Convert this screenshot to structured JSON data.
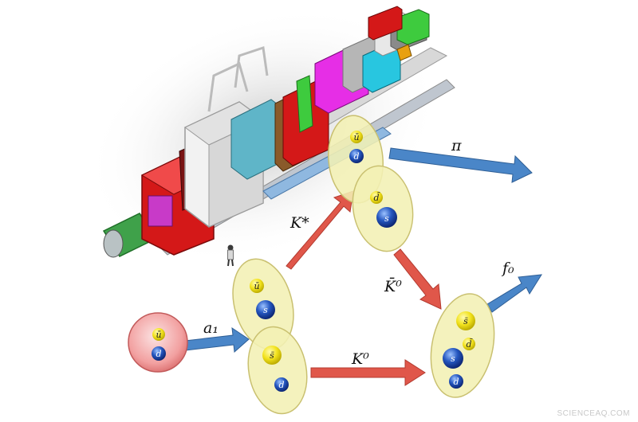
{
  "labels": {
    "pi": "π",
    "k_star": "K*",
    "k_bar_0": "K̄⁰",
    "k_0": "K⁰",
    "f_0": "f₀",
    "a_1": "a₁"
  },
  "quarks": {
    "a1_top": "ū",
    "a1_bottom": "d",
    "ks_upper_u": "ū",
    "ks_upper_s": "s",
    "k0_s_bar": "s̄",
    "k0_d": "d",
    "kstar_u": "ū",
    "kstar_d": "d",
    "kbar_d_bar": "d̄",
    "kbar_s": "s",
    "f0_s_bar": "s̄",
    "f0_d_bar": "d̄",
    "f0_s": "s",
    "f0_d": "d"
  },
  "watermark": "SCIENCEAQ.COM",
  "colors": {
    "arrow_blue": "#4a86c8",
    "arrow_red": "#e0574a",
    "quark_yellow": "#f2e21c",
    "quark_blue": "#1f4fae",
    "hadron_fill": "#f3f0b4",
    "a1_fill": "#f2a8a8"
  },
  "icons": [
    "detector-illustration",
    "person-figure"
  ]
}
